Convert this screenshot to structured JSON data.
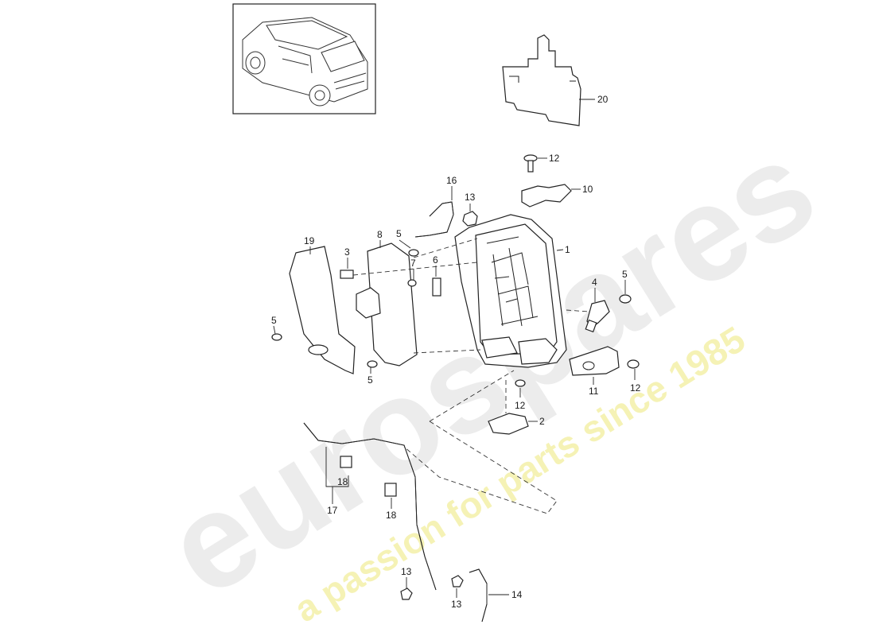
{
  "watermark": {
    "brand": "eurospares",
    "tagline": "a passion for parts since 1985",
    "brand_color": "#e6e6e6",
    "tagline_color": "#f3f0a8"
  },
  "thumbnail": {
    "icon": "vehicle-suv-icon"
  },
  "callouts": [
    "1",
    "2",
    "3",
    "4",
    "5",
    "5",
    "5",
    "5",
    "6",
    "7",
    "8",
    "10",
    "11",
    "12",
    "12",
    "12",
    "13",
    "13",
    "13",
    "14",
    "16",
    "17",
    "18",
    "18",
    "19",
    "20"
  ]
}
